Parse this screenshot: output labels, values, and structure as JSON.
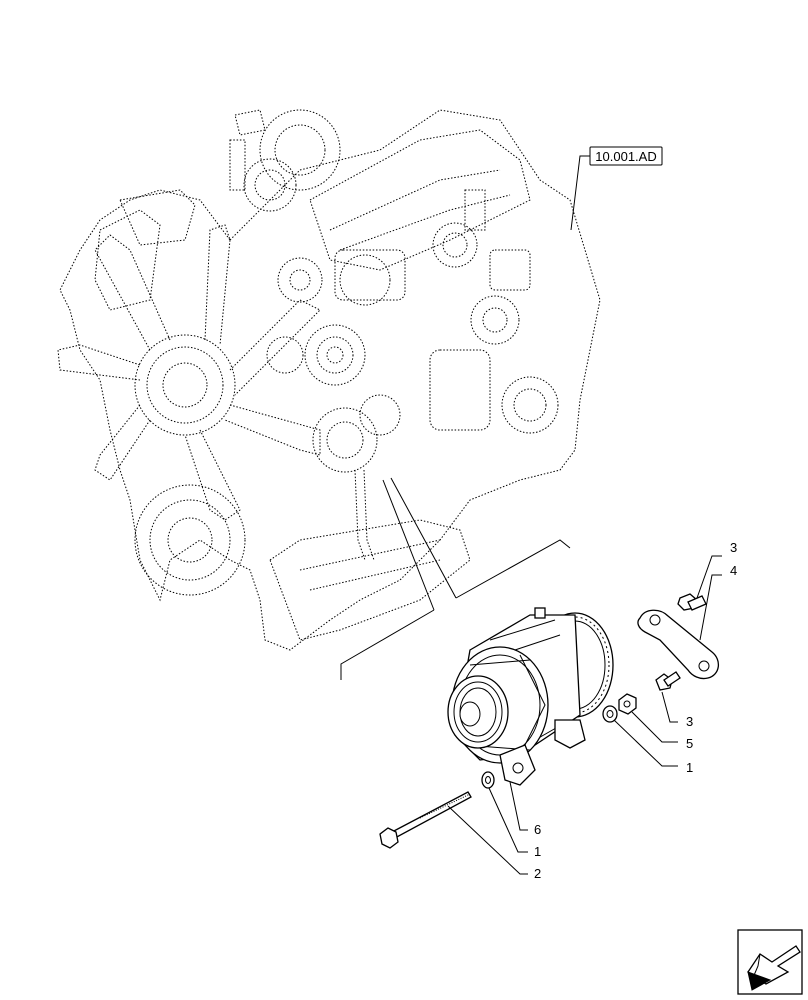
{
  "reference_label": "10.001.AD",
  "callouts": {
    "c3_top": "3",
    "c4": "4",
    "c3_bottom": "3",
    "c5": "5",
    "c1_right": "1",
    "c6": "6",
    "c1_left": "1",
    "c2": "2"
  },
  "icons": {
    "nav": "next-page-arrow-icon"
  }
}
